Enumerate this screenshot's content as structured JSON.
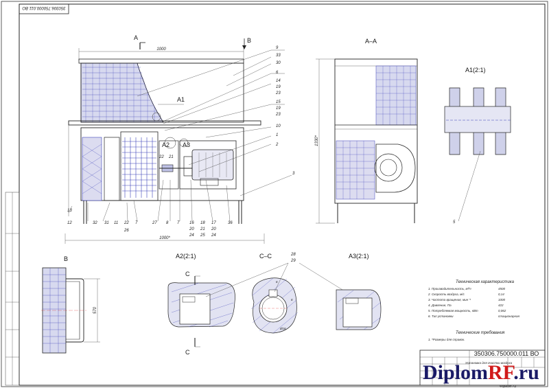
{
  "drawing": {
    "doc_code_top": "350306.750000.011 ВО",
    "doc_code_stamp": "350306.750000.011 ВО",
    "stamp_title": "Установка для очистки воздуха",
    "sheet_label": "Формат  А1"
  },
  "views": {
    "main_dim_top": "1000",
    "main_dim_bottom": "1000*",
    "main_dim_right": "1330*",
    "section_aa": "А–А",
    "detail_a1": "А1(2:1)",
    "view_b": "В",
    "detail_a2": "А2(2:1)",
    "section_cc": "С–С",
    "detail_a3": "А3(2:1)",
    "marker_a": "А",
    "marker_b": "В",
    "marker_c": "С",
    "callout_a1": "А1",
    "callout_a2": "А2",
    "callout_a3": "А3",
    "dim_b_height": "570",
    "dim_cc_top": "6",
    "dim_cc_side": "6",
    "dim_cc_dia": "Ø16"
  },
  "callouts_right": [
    "9",
    "33",
    "30",
    "6",
    "14",
    "19",
    "23",
    "15",
    "19",
    "23",
    "10",
    "1",
    "2",
    "3"
  ],
  "callouts_bottom_row1": [
    "13",
    "12",
    "32",
    "31",
    "11",
    "22",
    "7",
    "27",
    "8",
    "7",
    "16",
    "18",
    "17",
    "36"
  ],
  "callouts_bottom_row2": [
    "26",
    "20",
    "21",
    "20"
  ],
  "callouts_bottom_row3": [
    "24",
    "25",
    "24"
  ],
  "callouts_mid": [
    "22",
    "21"
  ],
  "callout_a1_part": "5",
  "callouts_cc": [
    "28",
    "29"
  ],
  "tech_char": {
    "title": "Техническая характеристика",
    "rows": [
      {
        "label": "1. Производительность, м³/ч",
        "value": "4500"
      },
      {
        "label": "2. Скорость воздуха, м/с",
        "value": "0,14"
      },
      {
        "label": "3. Частота вращения, мин⁻¹",
        "value": "1000"
      },
      {
        "label": "4. Давление, Па",
        "value": "422"
      },
      {
        "label": "5. Потребляемая мощность, кВт",
        "value": "0,062"
      },
      {
        "label": "6. Тип установки",
        "value": "стационарная"
      }
    ]
  },
  "tech_req": {
    "title": "Технические требования",
    "rows": [
      "1. *Размеры для справок."
    ]
  },
  "watermark": {
    "part1": "Diplom",
    "part2": "RF",
    "part3": ".ru",
    "color_dark": "#1a1a66",
    "color_red": "#d11a1a"
  }
}
